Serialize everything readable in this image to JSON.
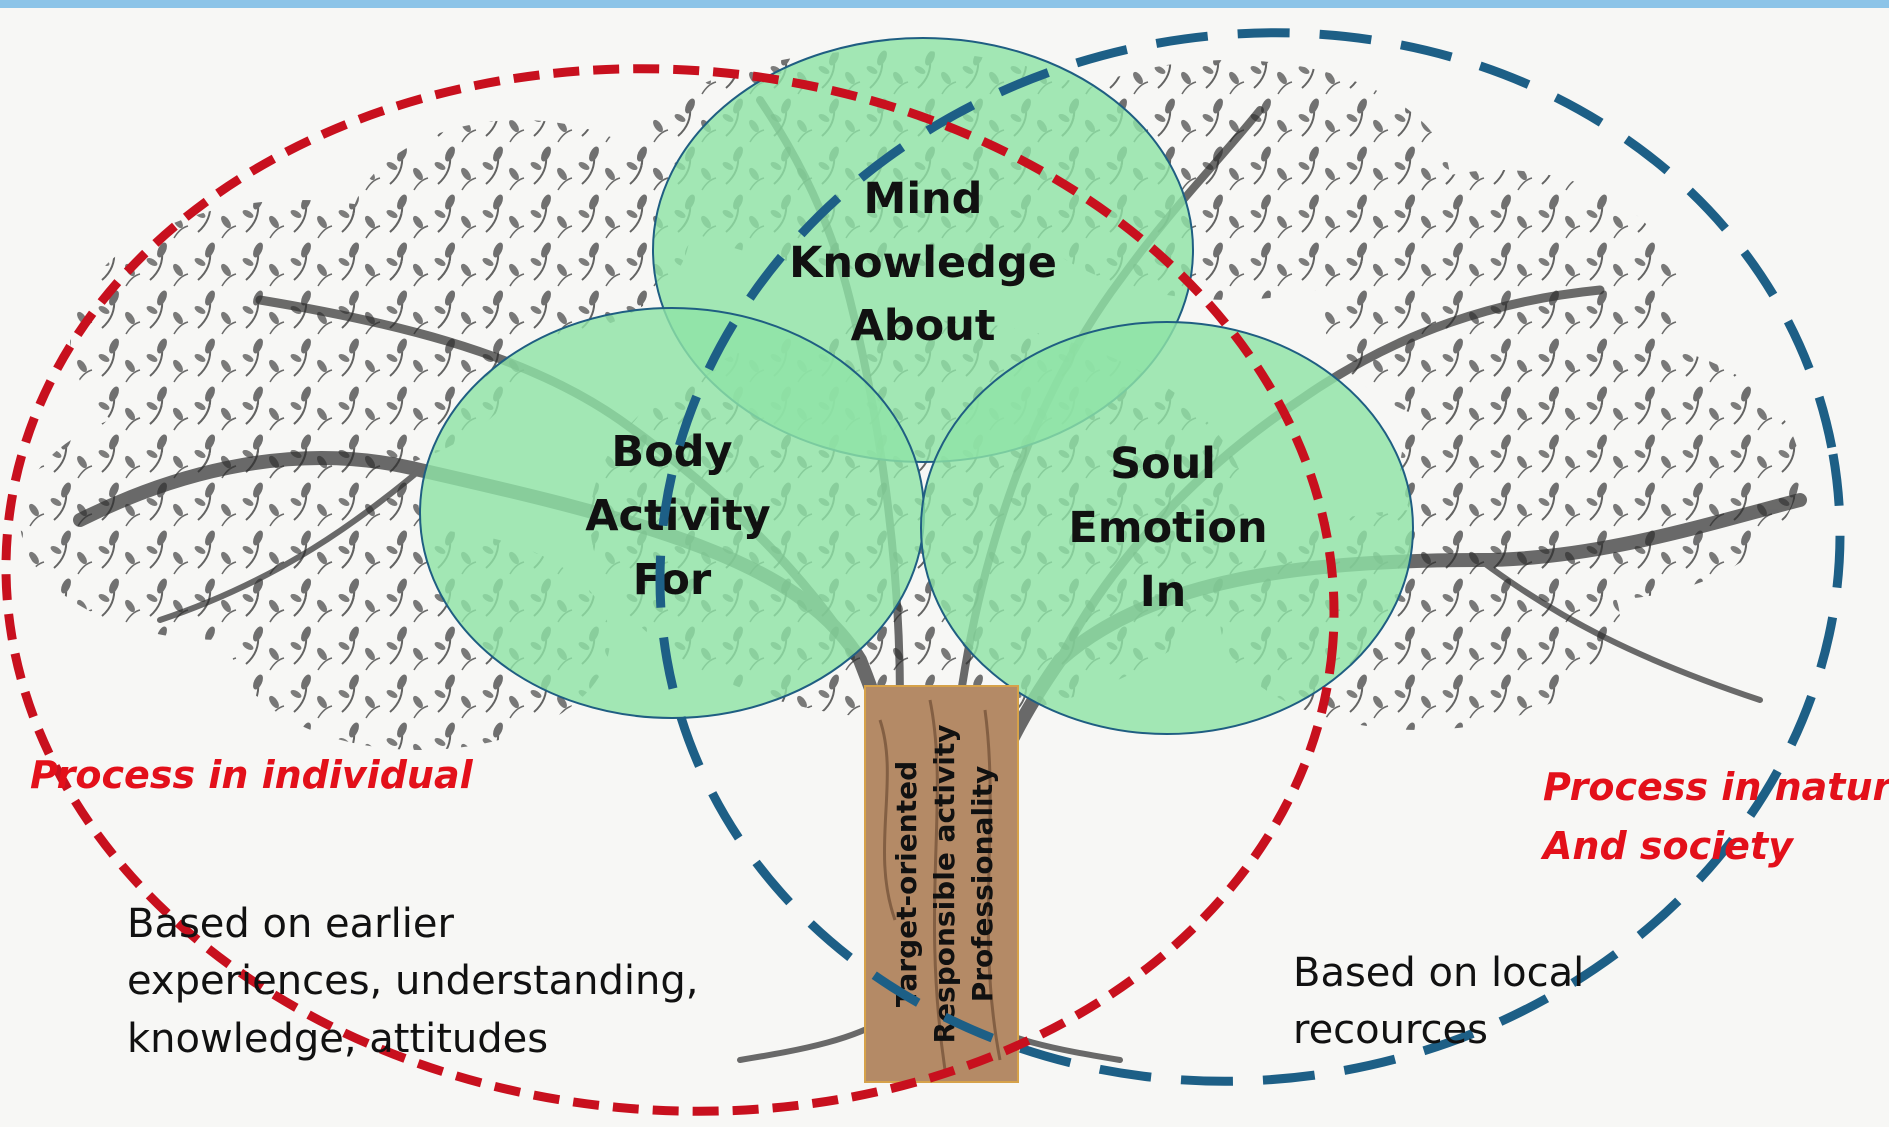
{
  "circles": {
    "mind": {
      "lines": [
        "Mind",
        "Knowledge",
        "About"
      ]
    },
    "body": {
      "lines": [
        "Body",
        "Activity",
        "For"
      ]
    },
    "soul": {
      "lines": [
        "Soul",
        "Emotion",
        "In"
      ]
    }
  },
  "trunk": {
    "lines": [
      "Target-oriented",
      "Responsible activity",
      "Professionality"
    ]
  },
  "left": {
    "process_label": "Process in individual",
    "description_lines": [
      "Based on earlier",
      "experiences, understanding,",
      "knowledge, attitudes"
    ]
  },
  "right": {
    "process_label_lines": [
      "Process in nature",
      "And society"
    ],
    "description_lines": [
      "Based on local",
      "recources"
    ]
  },
  "colors": {
    "circle_fill": "#8fe3a6",
    "circle_stroke": "#1f5e82",
    "red_dash": "#c8101e",
    "blue_dash": "#1d5f86",
    "trunk_fill": "#b48a66",
    "trunk_stroke": "#d6a24a",
    "label_red": "#e3101a",
    "top_bar": "#8cc4e8"
  }
}
